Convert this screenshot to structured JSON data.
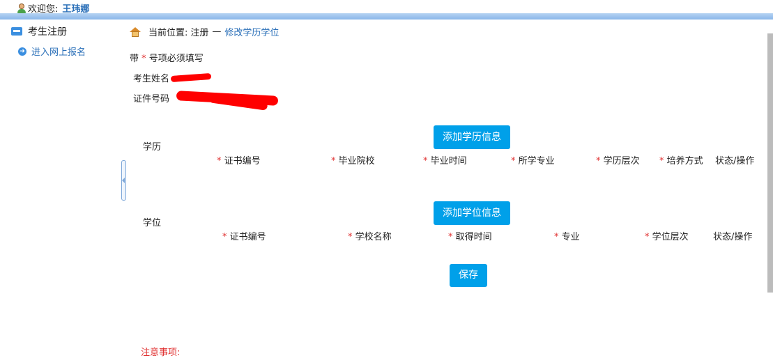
{
  "header": {
    "welcome_label": "欢迎您:",
    "user_name": "王玮娜"
  },
  "sidebar": {
    "title": "考生注册",
    "items": [
      {
        "label": "进入网上报名"
      }
    ]
  },
  "breadcrumb": {
    "prefix": "当前位置:",
    "section": "注册",
    "separator": "—",
    "current": "修改学历学位"
  },
  "form": {
    "required_note_before": "带",
    "required_star": "*",
    "required_note_after": "号项必须填写",
    "name_label": "考生姓名",
    "id_label": "证件号码"
  },
  "education": {
    "section_label": "学历",
    "add_button": "添加学历信息",
    "columns": [
      {
        "label": "证书编号",
        "required": true
      },
      {
        "label": "毕业院校",
        "required": true
      },
      {
        "label": "毕业时间",
        "required": true
      },
      {
        "label": "所学专业",
        "required": true
      },
      {
        "label": "学历层次",
        "required": true
      },
      {
        "label": "培养方式",
        "required": true
      },
      {
        "label": "状态/操作",
        "required": false
      }
    ]
  },
  "degree": {
    "section_label": "学位",
    "add_button": "添加学位信息",
    "columns": [
      {
        "label": "证书编号",
        "required": true
      },
      {
        "label": "学校名称",
        "required": true
      },
      {
        "label": "取得时间",
        "required": true
      },
      {
        "label": "专业",
        "required": true
      },
      {
        "label": "学位层次",
        "required": true
      },
      {
        "label": "状态/操作",
        "required": false
      }
    ]
  },
  "actions": {
    "save_button": "保存"
  },
  "notice": {
    "label": "注意事项:"
  },
  "colors": {
    "accent": "#00a0e9",
    "link": "#2a6fb8",
    "required": "#e03030",
    "redaction": "#ff0000"
  }
}
